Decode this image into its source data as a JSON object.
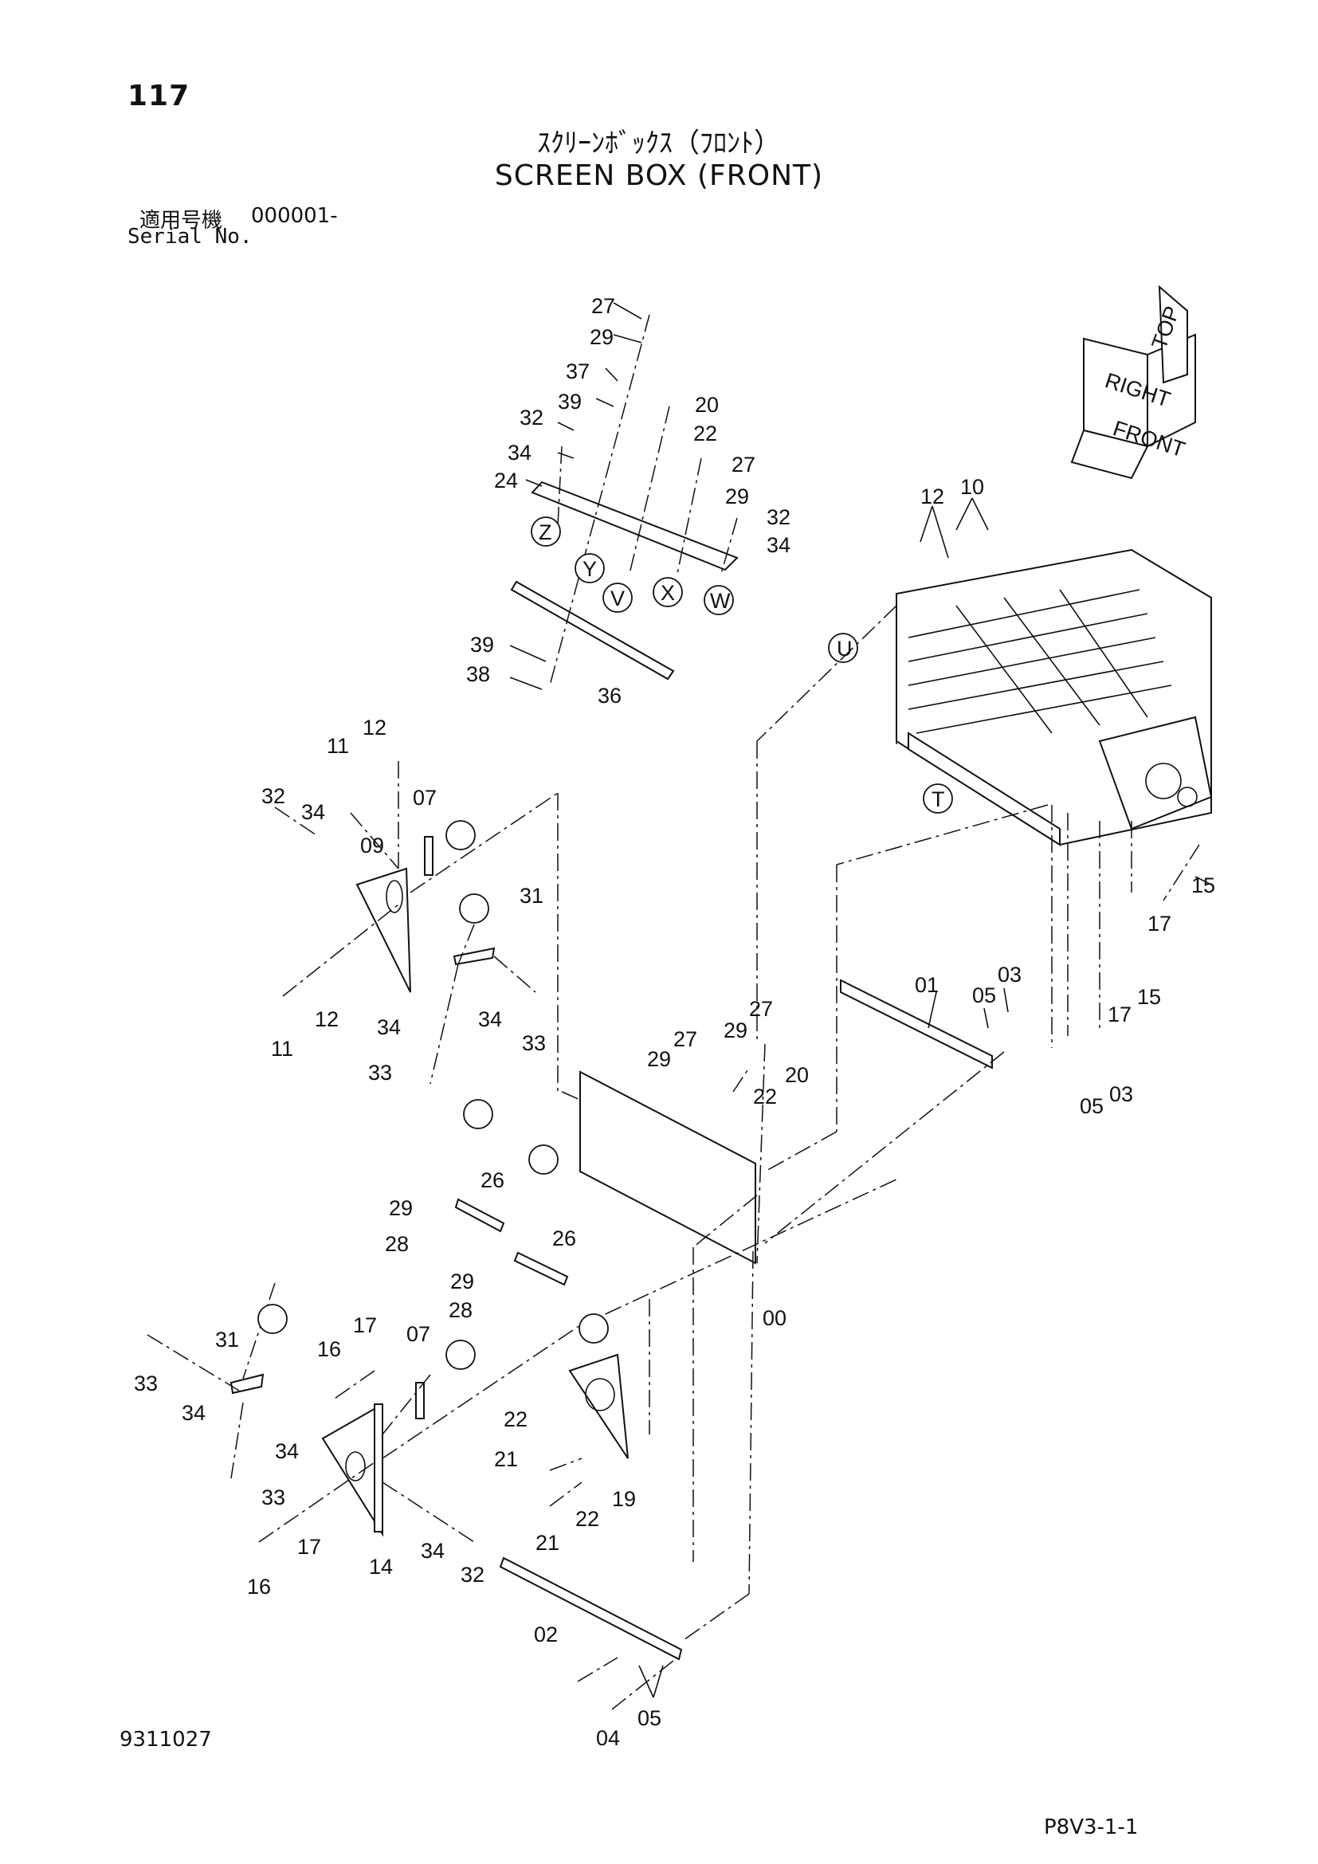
{
  "header": {
    "page_number": "117",
    "title_jp": "ｽｸﾘｰﾝﾎﾞｯｸｽ（ﾌﾛﾝﾄ）",
    "title_en": "SCREEN BOX (FRONT)",
    "serial_label_jp": "適用号機",
    "serial_value": "000001-",
    "serial_label_en": "Serial No."
  },
  "footer": {
    "drawing_number": "9311027",
    "page_code": "P8V3-1-1"
  },
  "orientation": {
    "labels": [
      "FRONT",
      "RIGHT",
      "TOP"
    ]
  },
  "callouts": {
    "top_group": [
      "27",
      "29",
      "37",
      "39",
      "32",
      "34",
      "24",
      "20",
      "22",
      "27",
      "29",
      "32",
      "34",
      "39",
      "38",
      "36"
    ],
    "refs": [
      "Z",
      "Y",
      "V",
      "X",
      "W",
      "U",
      "T"
    ],
    "left_upper": [
      "11",
      "12",
      "32",
      "34",
      "07",
      "09",
      "12",
      "11",
      "31",
      "34",
      "34",
      "33",
      "33"
    ],
    "center": [
      "27",
      "29",
      "29",
      "27",
      "22",
      "20",
      "26",
      "29",
      "28",
      "26",
      "29",
      "28",
      "00"
    ],
    "right": [
      "12",
      "10",
      "01",
      "05",
      "03",
      "15",
      "17",
      "15",
      "17",
      "05",
      "03"
    ],
    "lower": [
      "31",
      "33",
      "34",
      "34",
      "33",
      "16",
      "17",
      "07",
      "14",
      "16",
      "17",
      "34",
      "32",
      "22",
      "21",
      "22",
      "21",
      "19",
      "02",
      "04",
      "05"
    ]
  }
}
